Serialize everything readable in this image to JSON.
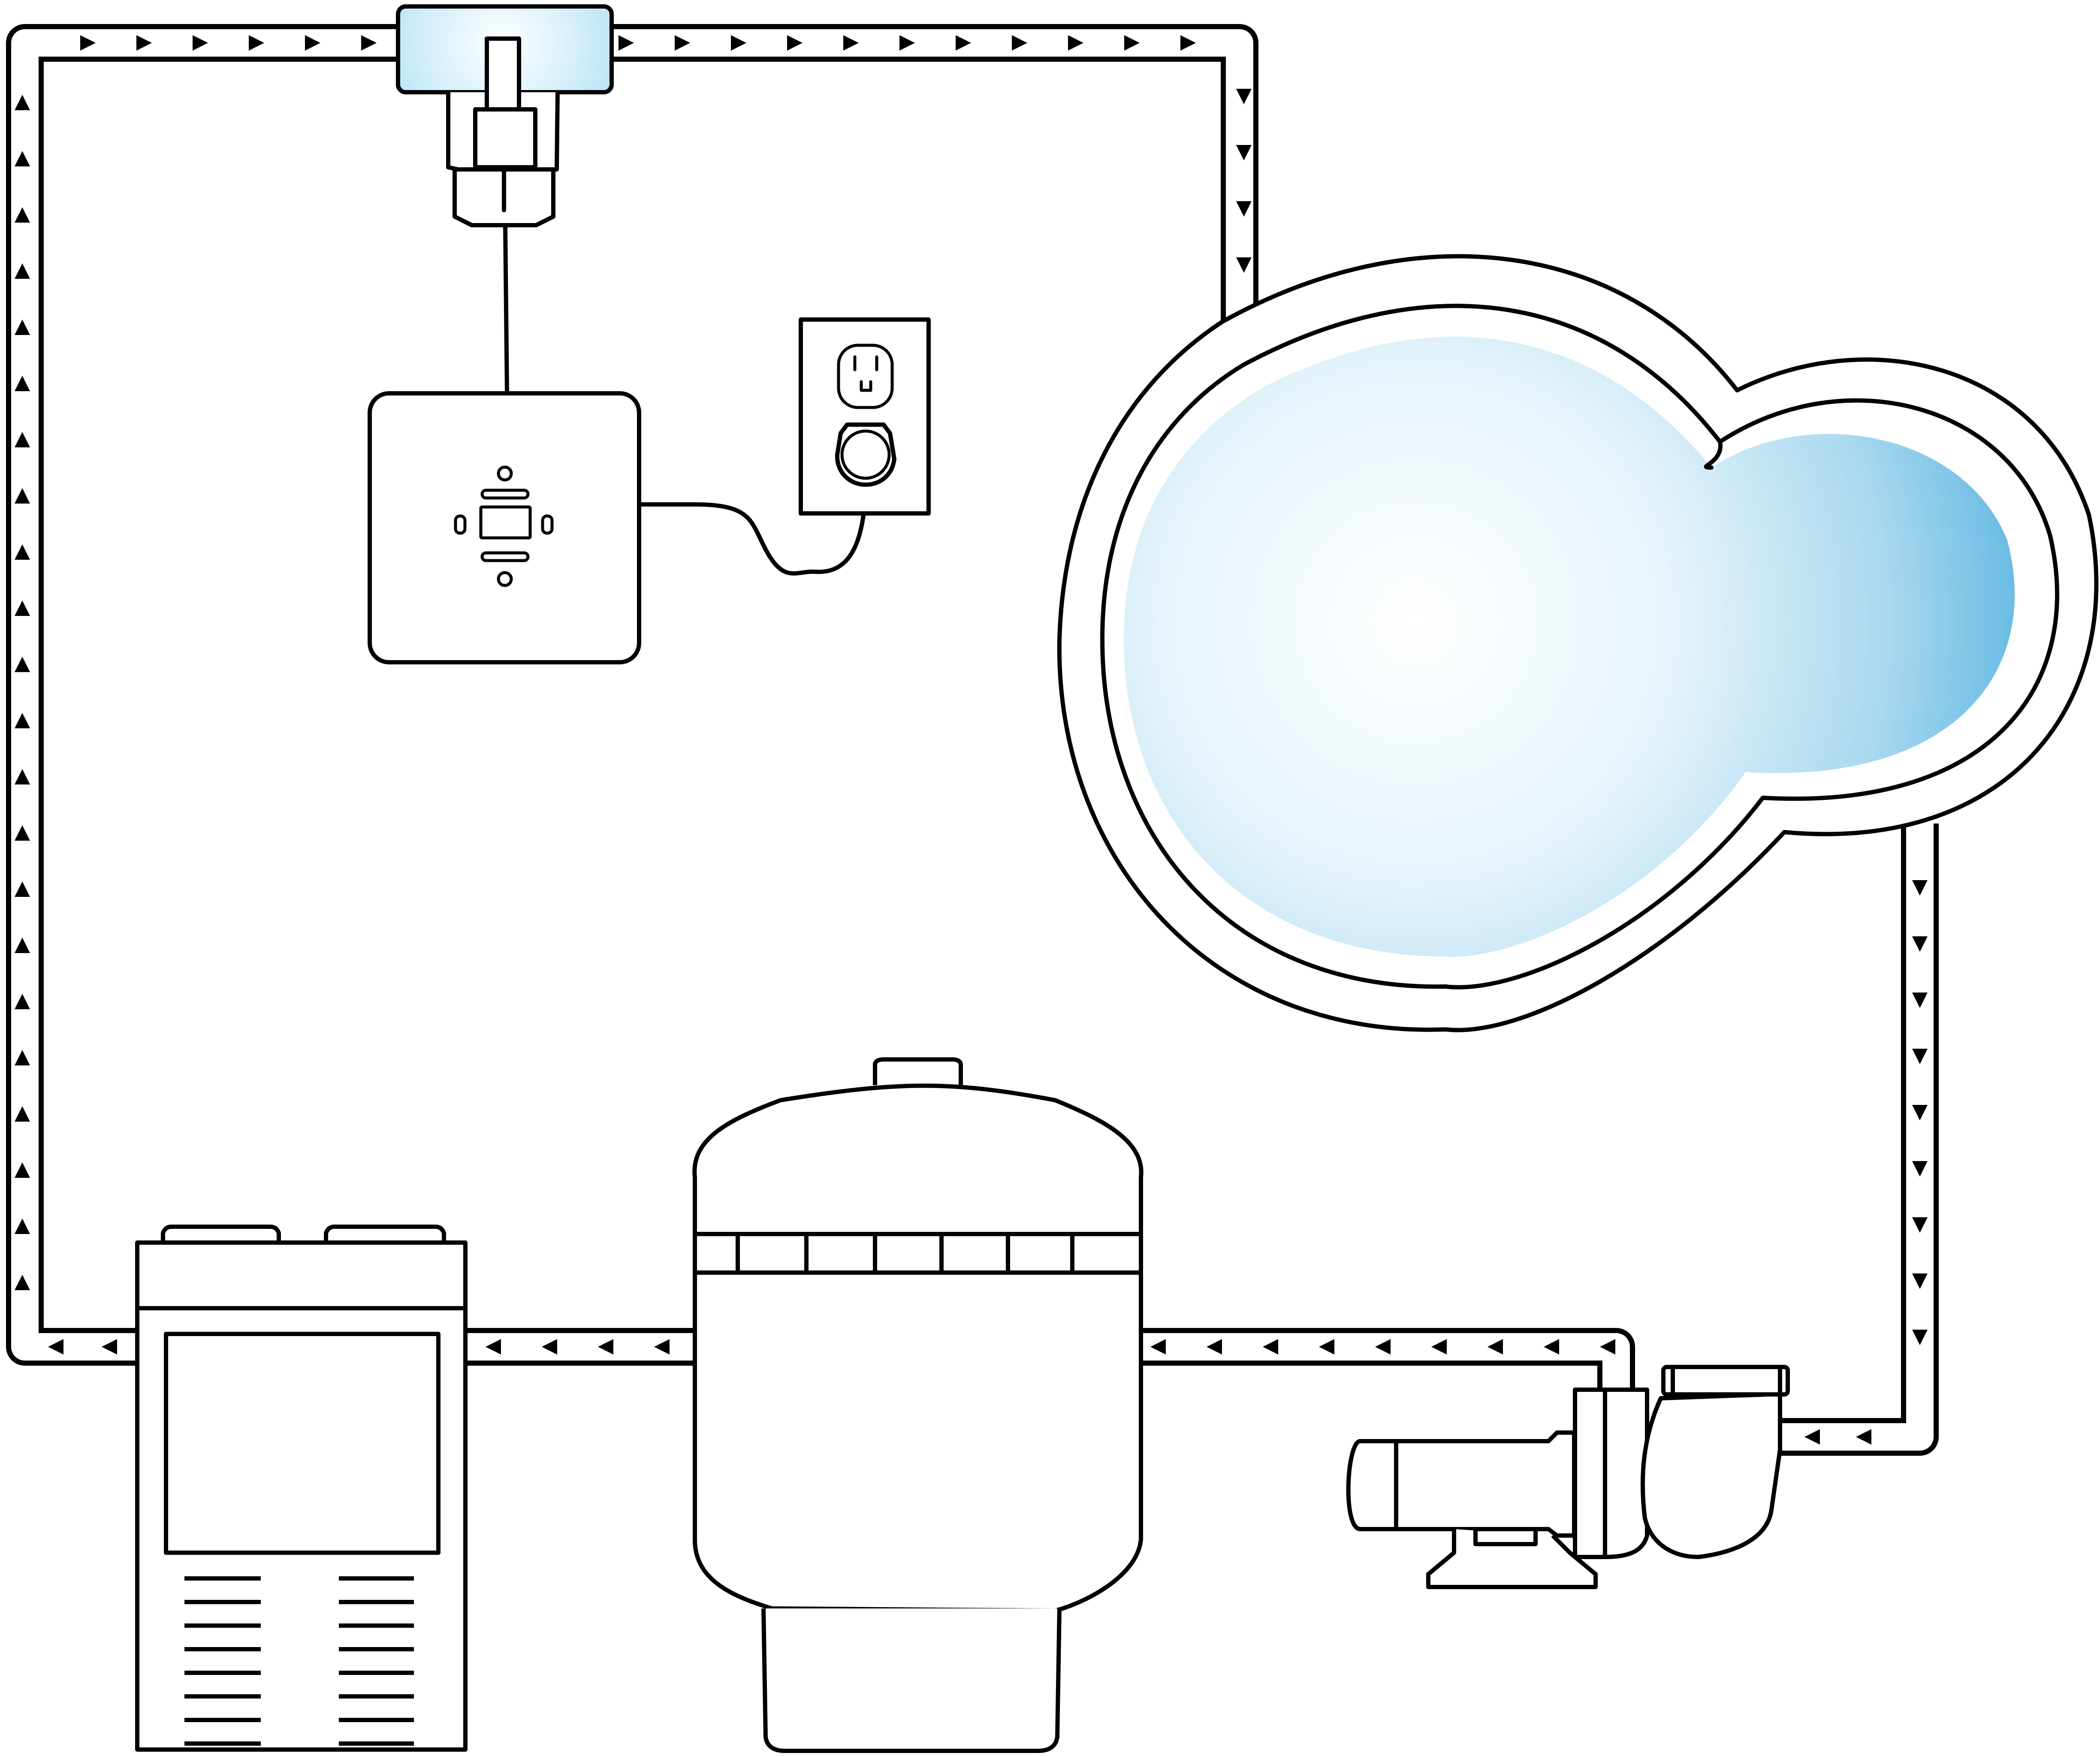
{
  "diagram": {
    "components": [
      {
        "id": "chlorinator-cell",
        "icon": "chlorinator-cell-icon"
      },
      {
        "id": "control-box",
        "icon": "salt-chlorinator-control-box-icon"
      },
      {
        "id": "wall-outlet",
        "icon": "electrical-outlet-icon"
      },
      {
        "id": "pool",
        "icon": "pool-icon"
      },
      {
        "id": "pump",
        "icon": "pool-pump-icon"
      },
      {
        "id": "filter",
        "icon": "sand-filter-icon"
      },
      {
        "id": "heater",
        "icon": "pool-heater-icon"
      }
    ],
    "flow": [
      "pool",
      "pump",
      "filter",
      "heater",
      "chlorinator-cell",
      "pool"
    ],
    "colors": {
      "line": "#000000",
      "background": "#ffffff",
      "water_light": "#ffffff",
      "water_mid": "#a9d8ef",
      "water_deep": "#2a9fd8",
      "cell_glow": "#bfe6f7"
    }
  }
}
